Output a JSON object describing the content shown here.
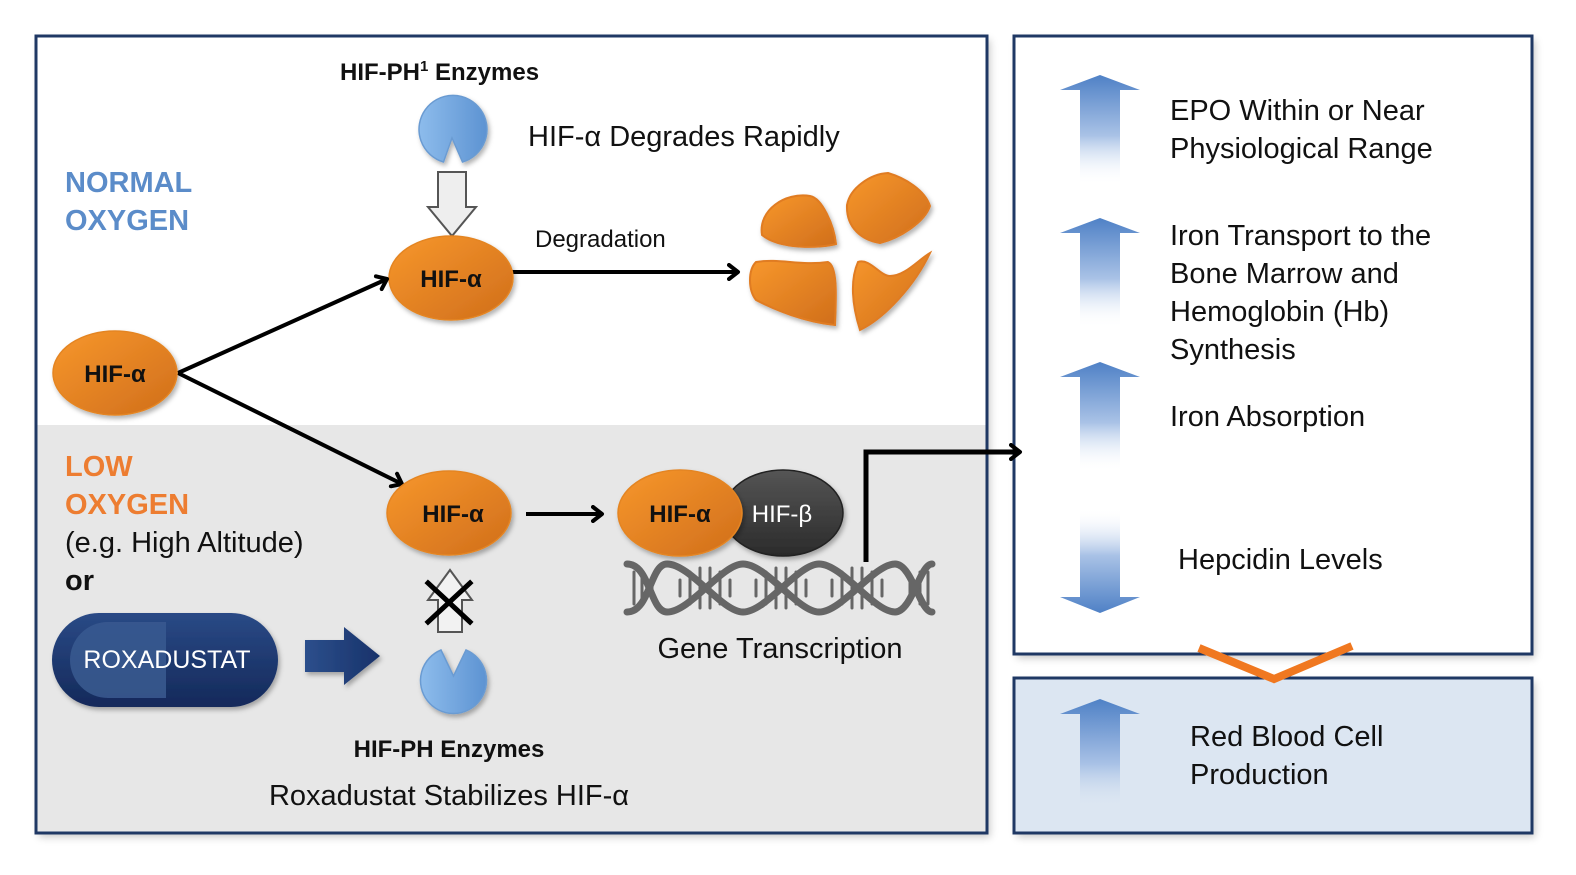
{
  "colors": {
    "panel_border": "#1f3864",
    "low_oxygen_bg": "#e6e6e6",
    "normal_label": "#5b8cc9",
    "low_label": "#ed7d31",
    "orange": "#f0861e",
    "orange_dark": "#c8651a",
    "enzyme_blue": "#6ea5e0",
    "arrow_blue": "#4f81c6",
    "hif_beta": "#3d3d3d",
    "pill_navy": "#1b3567",
    "dna_gray": "#666666",
    "rbc_panel_bg": "#dce6f2",
    "chevron_orange": "#f07820"
  },
  "left_panel": {
    "normal_oxygen": {
      "label_line1": "NORMAL",
      "label_line2": "OXYGEN",
      "enzymes_label": "HIF-PH",
      "enzymes_superscript": "1",
      "enzymes_suffix": " Enzymes",
      "degrades_text": "HIF-α Degrades Rapidly",
      "hif_node": "HIF-α",
      "degradation_label": "Degradation"
    },
    "origin_node": "HIF-α",
    "low_oxygen": {
      "label_line1": "LOW",
      "label_line2": "OXYGEN",
      "example": "(e.g. High Altitude)",
      "or": "or",
      "drug": "ROXADUSTAT",
      "hif_node": "HIF-α",
      "complex_alpha": "HIF-α",
      "complex_beta": "HIF-β",
      "gene_transcription": "Gene Transcription",
      "enzymes_label": "HIF-PH Enzymes",
      "stabilizes_text": "Roxadustat Stabilizes  HIF-α"
    }
  },
  "right_panel": {
    "effects": [
      {
        "direction": "up",
        "line1": "EPO Within or Near",
        "line2": "Physiological Range"
      },
      {
        "direction": "up",
        "line1": "Iron Transport to the",
        "line2": "Bone Marrow and",
        "line3": "Hemoglobin (Hb)",
        "line4": "Synthesis"
      },
      {
        "direction": "up",
        "line1": "Iron Absorption"
      },
      {
        "direction": "down",
        "line1": "Hepcidin Levels"
      }
    ],
    "result": {
      "direction": "up",
      "line1": "Red Blood Cell",
      "line2": "Production"
    }
  }
}
